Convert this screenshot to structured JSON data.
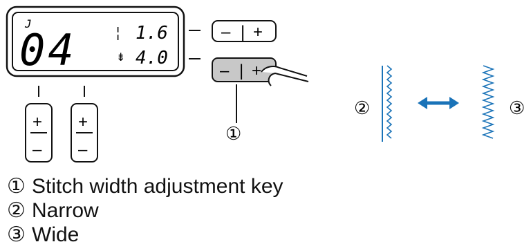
{
  "lcd": {
    "stitch_number": "04",
    "small_mark": "J",
    "width_value": "1.6",
    "length_value": "4.0"
  },
  "keys": {
    "top_key": {
      "minus": "–",
      "sep": "|",
      "plus": "+"
    },
    "width_key": {
      "minus": "–",
      "sep": "|",
      "plus": "+"
    },
    "vertical_key_1": {
      "plus": "+",
      "minus": "–"
    },
    "vertical_key_2": {
      "plus": "+",
      "minus": "–"
    }
  },
  "callouts": {
    "key": "①",
    "narrow": "②",
    "wide": "③"
  },
  "legend": [
    {
      "num": "①",
      "text": "Stitch width adjustment key"
    },
    {
      "num": "②",
      "text": "Narrow"
    },
    {
      "num": "③",
      "text": "Wide"
    }
  ],
  "colors": {
    "accent_blue": "#1a73b8",
    "key_grey": "#c8c8c8",
    "line": "#111111"
  }
}
